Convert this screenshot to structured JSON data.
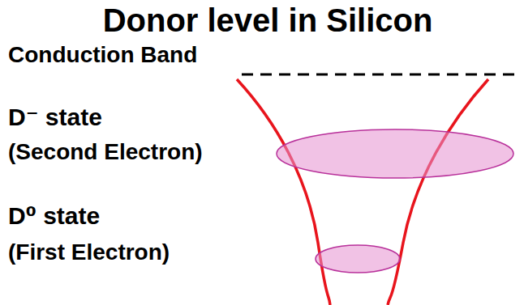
{
  "diagram": {
    "title": "Donor level in Silicon",
    "labels": [
      "Conduction Band",
      "D⁻ state",
      "(Second Electron)",
      "D⁰ state",
      "(First Electron)"
    ]
  }
}
